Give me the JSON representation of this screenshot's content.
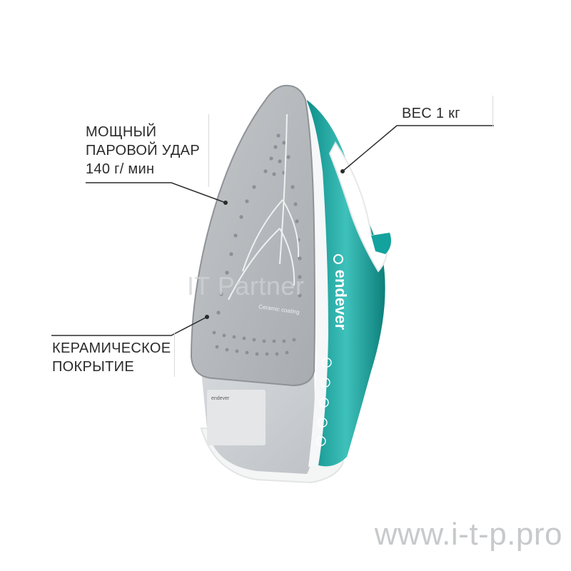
{
  "callouts": {
    "steam": {
      "lines": [
        "МОЩНЫЙ",
        "ПАРОВОЙ УДАР",
        "140 г/ мин"
      ]
    },
    "weight": {
      "lines": [
        "ВЕС 1 кг"
      ]
    },
    "coating": {
      "lines": [
        "КЕРАМИЧЕСКОЕ",
        "ПОКРЫТИЕ"
      ]
    }
  },
  "product": {
    "brand": "endever",
    "soleplate_text": "Ceramic coating",
    "label_brand": "endever"
  },
  "watermark": "IT Partner",
  "site_url": "www.i-t-p.pro",
  "colors": {
    "teal": "#1aa5a0",
    "soleplate": "#b7bbbf",
    "body_grey": "#c9ccd0",
    "white": "#ffffff"
  }
}
